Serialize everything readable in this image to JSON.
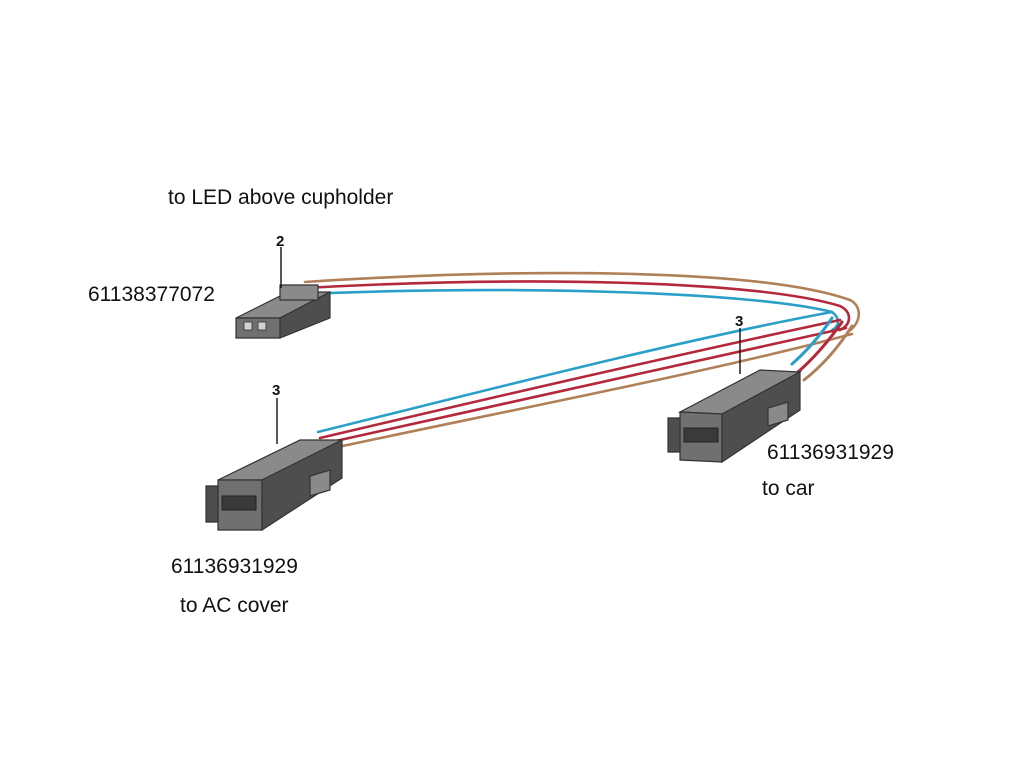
{
  "labels": {
    "top_connector_destination": "to LED above cupholder",
    "top_connector_part_number": "61138377072",
    "left_connector_part_number": "61136931929",
    "left_connector_destination": "to AC cover",
    "right_connector_part_number": "61136931929",
    "right_connector_destination": "to car"
  },
  "callouts": {
    "top_connector": "2",
    "left_connector": "3",
    "right_connector": "3"
  },
  "wire_colors": {
    "blue": "#2aa0c8",
    "red": "#b3283a",
    "brown": "#b08058"
  },
  "connector_colors": {
    "body": "#707070",
    "top_face": "#8a8a8a",
    "dark_face": "#4e4e4e",
    "outline": "#333333"
  }
}
